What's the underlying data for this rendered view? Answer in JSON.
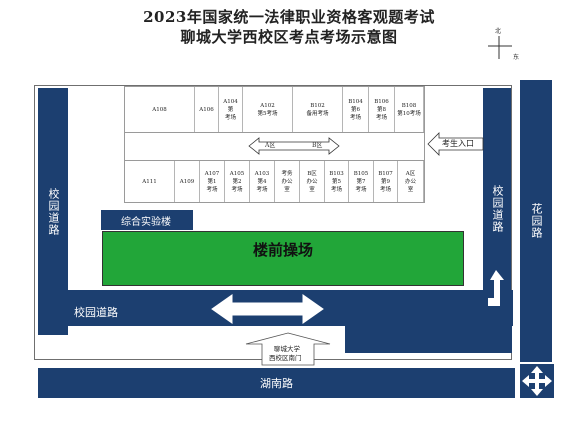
{
  "title": {
    "line1": "2023年国家统一法律职业资格客观题考试",
    "line2": "聊城大学西校区考点考场示意图"
  },
  "compass": {
    "north": "北",
    "east": "东"
  },
  "building": {
    "top_rooms": [
      {
        "id": "tr-0",
        "label": "A108"
      },
      {
        "id": "tr-1",
        "label": "A106"
      },
      {
        "id": "tr-2",
        "label": "A104\n第\n考场"
      },
      {
        "id": "tr-3",
        "label": "A102\n第5考场"
      },
      {
        "id": "tr-4",
        "label": "B102\n备用考场"
      },
      {
        "id": "tr-5",
        "label": "B104\n第6\n考场"
      },
      {
        "id": "tr-6",
        "label": "B106\n第8\n考场"
      },
      {
        "id": "tr-7",
        "label": "B108\n第10考场"
      }
    ],
    "corridor": {
      "left": "A区",
      "right": "B区"
    },
    "bottom_rooms": [
      {
        "id": "br-0",
        "label": "A111"
      },
      {
        "id": "br-1",
        "label": "A109"
      },
      {
        "id": "br-2",
        "label": "A107\n第1\n考场"
      },
      {
        "id": "br-3",
        "label": "A105\n第2\n考场"
      },
      {
        "id": "br-4",
        "label": "A103\n第4\n考场"
      },
      {
        "id": "br-5",
        "label": "考务\n办公\n室"
      },
      {
        "id": "br-6",
        "label": "B区\n办公\n室"
      },
      {
        "id": "br-7",
        "label": "B103\n第5\n考场"
      },
      {
        "id": "br-8",
        "label": "B105\n第7\n考场"
      },
      {
        "id": "br-9",
        "label": "B107\n第9\n考场"
      },
      {
        "id": "br-10",
        "label": "A区\n办公\n室"
      }
    ]
  },
  "entrance": "考生入口",
  "lab_building": "综合实验楼",
  "field": "楼前操场",
  "roads": {
    "campus_left": "校园道路",
    "campus_right": "校园道路",
    "campus_bottom": "校园道路",
    "garden": "花园路",
    "hunan": "湖南路"
  },
  "gate": {
    "line1": "聊城大学",
    "line2": "西校区南门"
  },
  "colors": {
    "navy": "#1c3f70",
    "field_green": "#22a639",
    "page": "#ffffff"
  }
}
